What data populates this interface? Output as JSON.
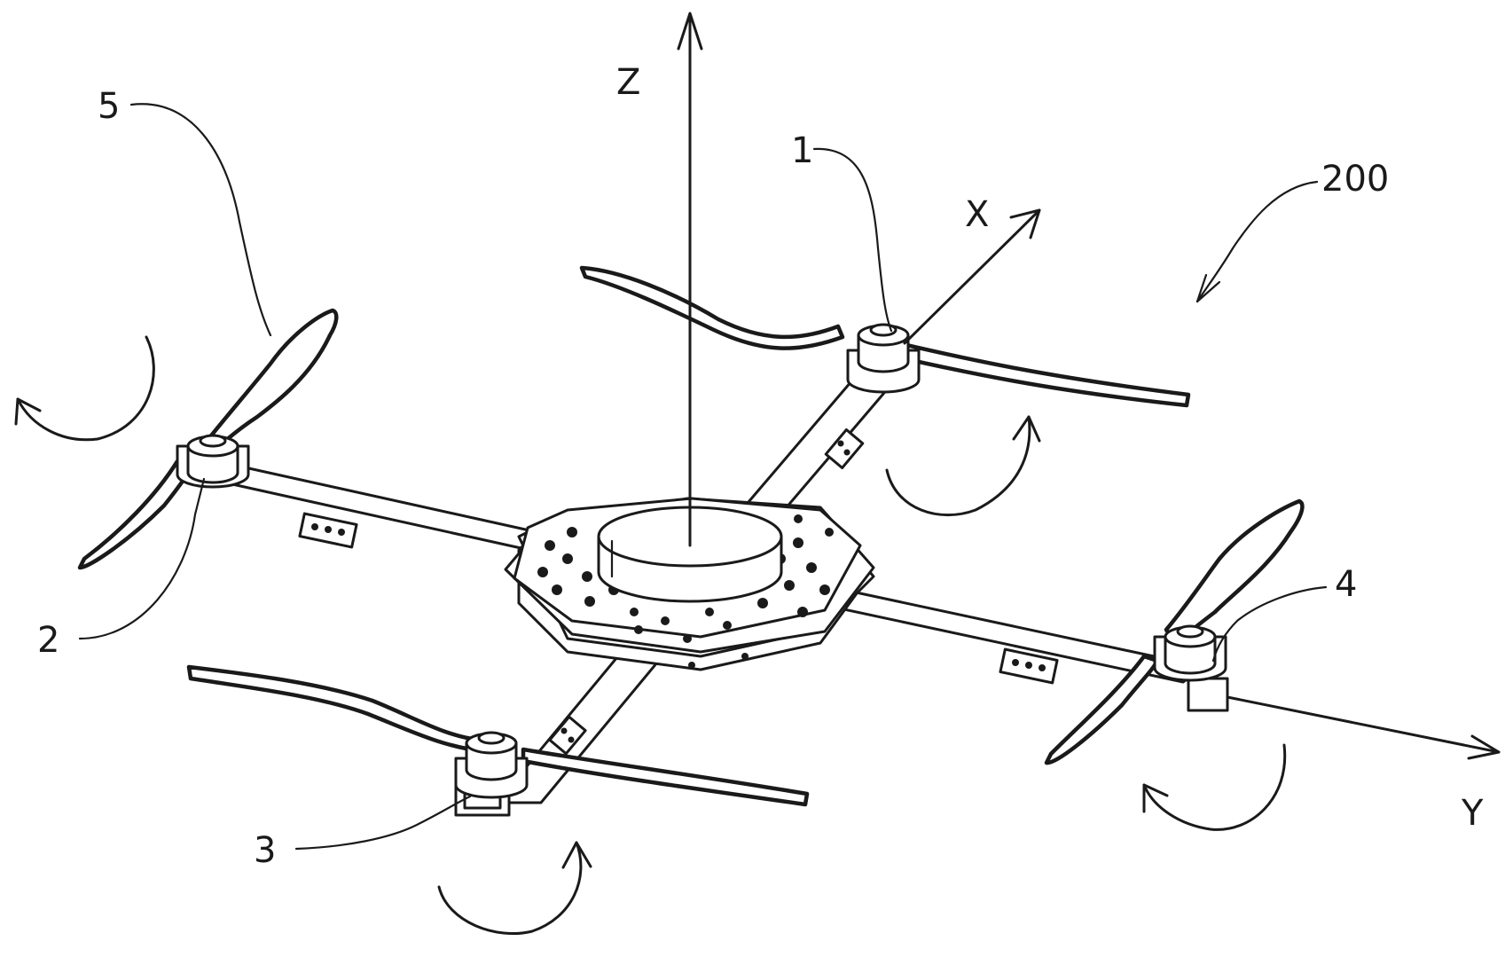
{
  "axes": {
    "z": "Z",
    "x": "X",
    "y": "Y"
  },
  "labels": {
    "l1": "1",
    "l2": "2",
    "l3": "3",
    "l4": "4",
    "l5": "5",
    "l200": "200"
  },
  "colors": {
    "line": "#1a1a1a",
    "background": "#ffffff"
  }
}
